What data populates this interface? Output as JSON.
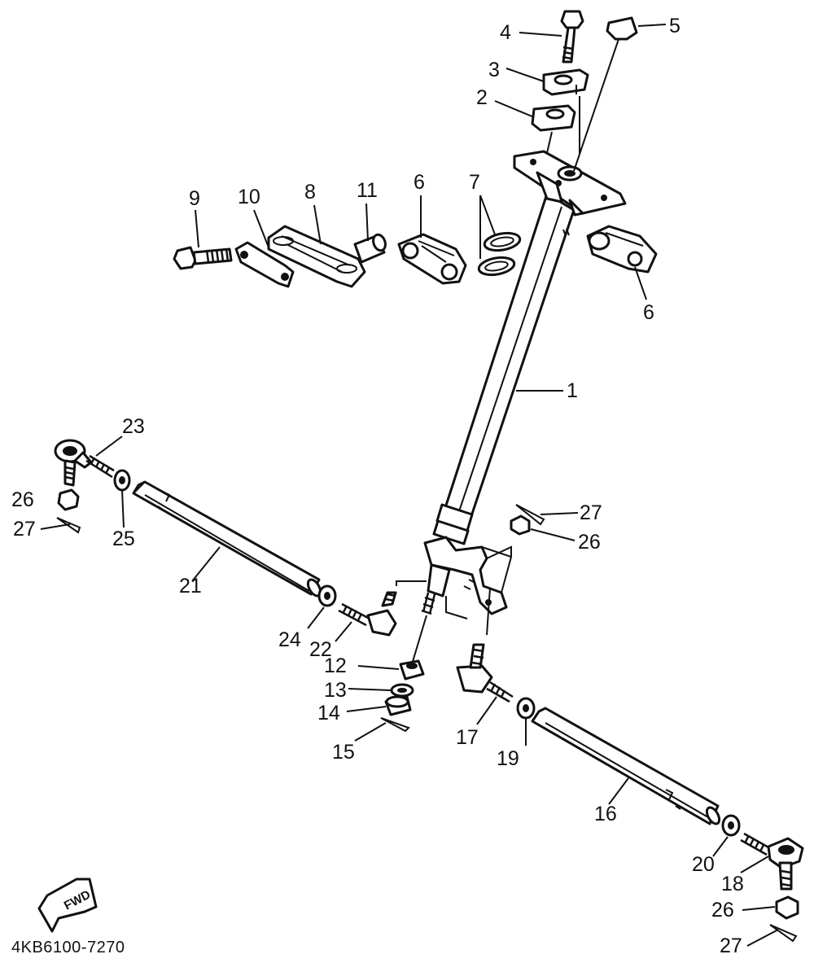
{
  "drawing_code": "4KB6100-7270",
  "direction_label": "FWD",
  "callouts": [
    {
      "id": "c1",
      "label": "1"
    },
    {
      "id": "c2",
      "label": "2"
    },
    {
      "id": "c3",
      "label": "3"
    },
    {
      "id": "c4",
      "label": "4"
    },
    {
      "id": "c5",
      "label": "5"
    },
    {
      "id": "c6a",
      "label": "6"
    },
    {
      "id": "c6b",
      "label": "6"
    },
    {
      "id": "c7",
      "label": "7"
    },
    {
      "id": "c8",
      "label": "8"
    },
    {
      "id": "c9",
      "label": "9"
    },
    {
      "id": "c10",
      "label": "10"
    },
    {
      "id": "c11",
      "label": "11"
    },
    {
      "id": "c12",
      "label": "12"
    },
    {
      "id": "c13",
      "label": "13"
    },
    {
      "id": "c14",
      "label": "14"
    },
    {
      "id": "c15",
      "label": "15"
    },
    {
      "id": "c16",
      "label": "16"
    },
    {
      "id": "c17",
      "label": "17"
    },
    {
      "id": "c18",
      "label": "18"
    },
    {
      "id": "c19",
      "label": "19"
    },
    {
      "id": "c20",
      "label": "20"
    },
    {
      "id": "c21",
      "label": "21"
    },
    {
      "id": "c22",
      "label": "22"
    },
    {
      "id": "c23",
      "label": "23"
    },
    {
      "id": "c24",
      "label": "24"
    },
    {
      "id": "c25",
      "label": "25"
    },
    {
      "id": "c26a",
      "label": "26"
    },
    {
      "id": "c26b",
      "label": "26"
    },
    {
      "id": "c26c",
      "label": "26"
    },
    {
      "id": "c27a",
      "label": "27"
    },
    {
      "id": "c27b",
      "label": "27"
    },
    {
      "id": "c27c",
      "label": "27"
    }
  ]
}
